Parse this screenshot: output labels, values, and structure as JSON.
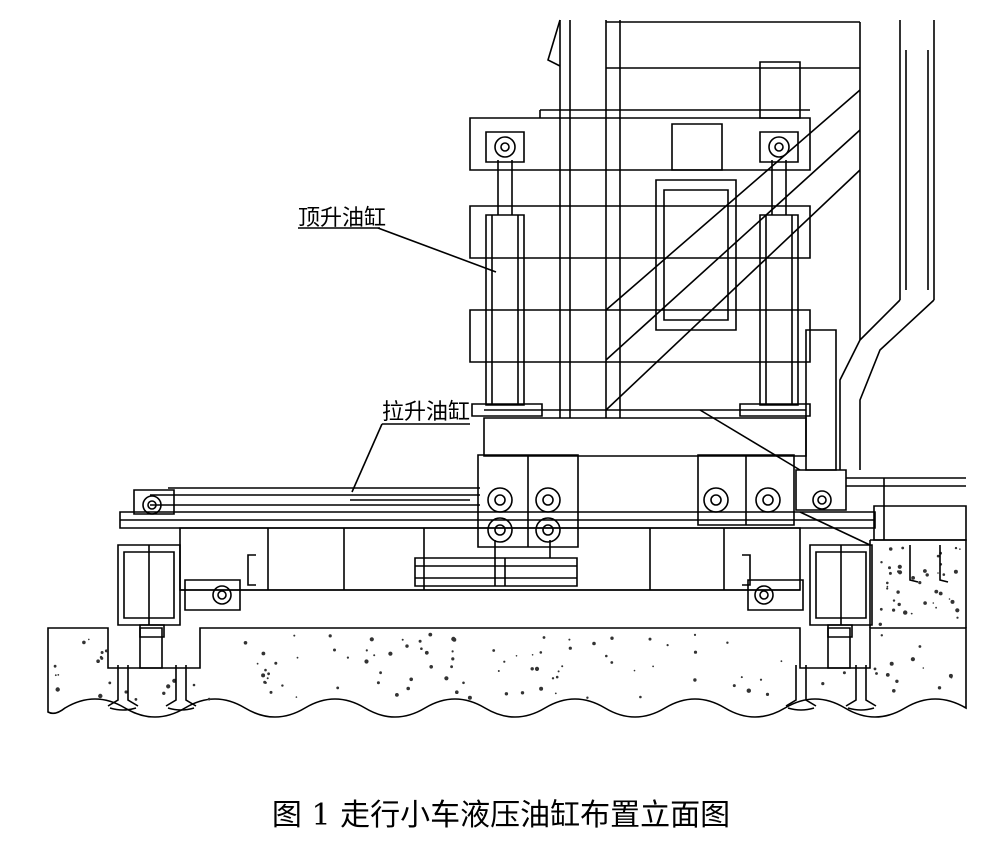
{
  "labels": {
    "jack_cylinder": "顶升油缸",
    "pull_cylinder": "拉升油缸"
  },
  "caption": "图 1 走行小车液压油缸布置立面图",
  "colors": {
    "line": "#000000",
    "background": "#ffffff",
    "concrete_dots": "#333333"
  }
}
